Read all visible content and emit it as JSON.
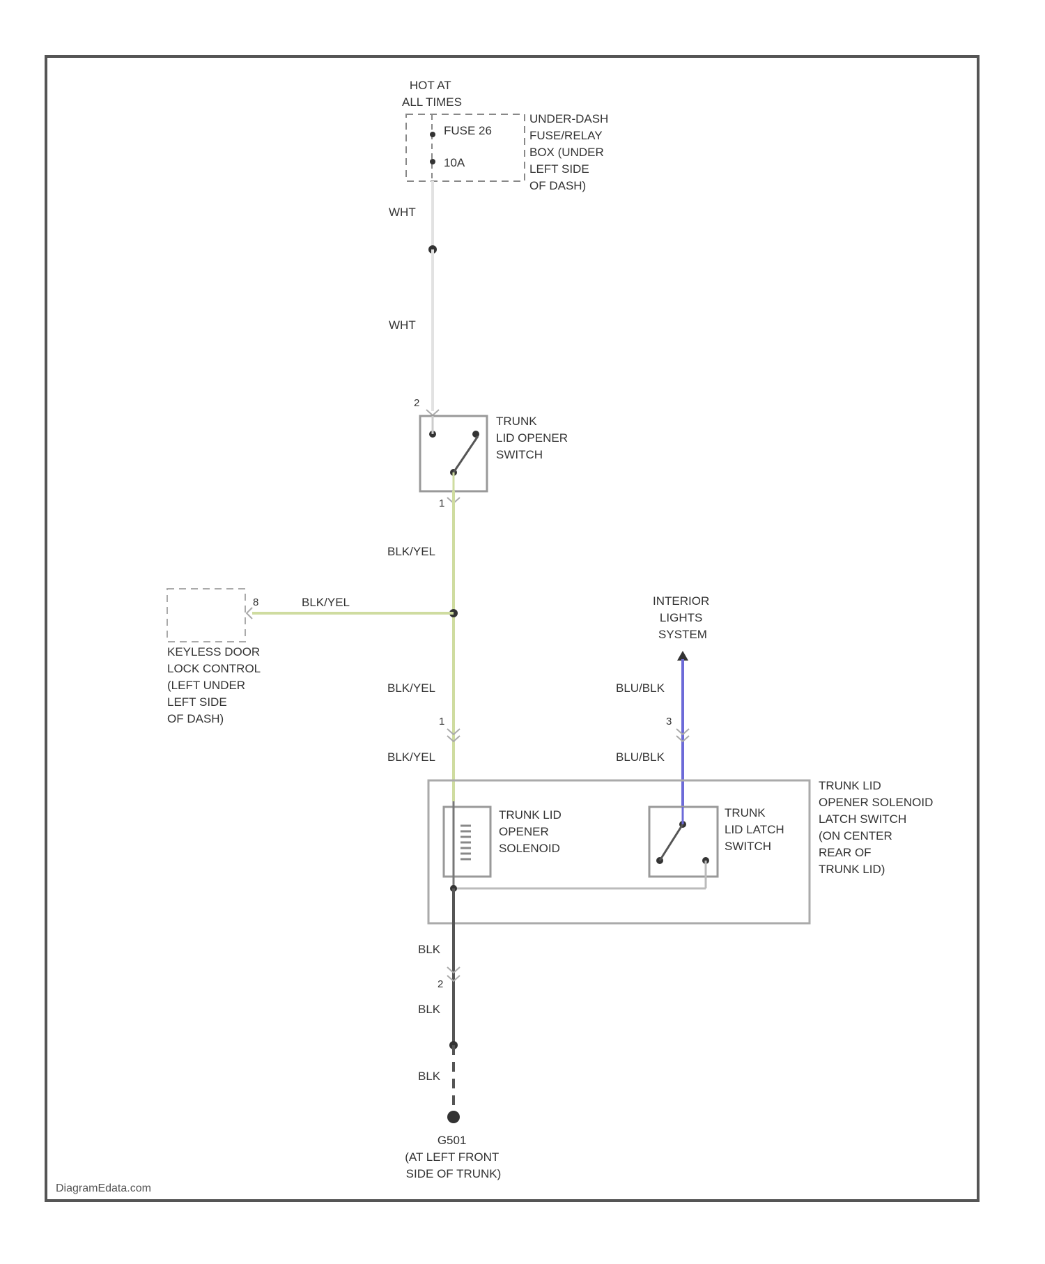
{
  "diagram": {
    "power_source": [
      "HOT AT",
      "ALL TIMES"
    ],
    "fuse": {
      "name": "FUSE 26",
      "rating": "10A"
    },
    "fuse_box_location": [
      "UNDER-DASH",
      "FUSE/RELAY",
      "BOX (UNDER",
      "LEFT SIDE",
      "OF DASH)"
    ],
    "trunk_lid_opener_switch": {
      "label": [
        "TRUNK",
        "LID OPENER",
        "SWITCH"
      ],
      "pin_top": "2",
      "pin_bottom": "1"
    },
    "keyless_door_lock_control": {
      "label": [
        "KEYLESS DOOR",
        "LOCK CONTROL",
        "(LEFT UNDER",
        "LEFT SIDE",
        "OF DASH)"
      ],
      "pin": "8"
    },
    "interior_lights_system": [
      "INTERIOR",
      "LIGHTS",
      "SYSTEM"
    ],
    "assembly_label": [
      "TRUNK LID",
      "OPENER SOLENOID",
      "LATCH SWITCH",
      "(ON CENTER",
      "REAR OF",
      "TRUNK LID)"
    ],
    "solenoid_label": [
      "TRUNK LID",
      "OPENER",
      "SOLENOID"
    ],
    "latch_switch_label": [
      "TRUNK",
      "LID LATCH",
      "SWITCH"
    ],
    "connector_pins": {
      "yel_pin": "1",
      "blu_pin": "3",
      "ground_pin": "2"
    },
    "ground": {
      "name": "G501",
      "location": [
        "(AT LEFT FRONT",
        "SIDE OF TRUNK)"
      ]
    },
    "wires": {
      "wht_top": "WHT",
      "wht_lower": "WHT",
      "blk_yel_1": "BLK/YEL",
      "blk_yel_branch": "BLK/YEL",
      "blk_yel_2": "BLK/YEL",
      "blk_yel_3": "BLK/YEL",
      "blu_blk_1": "BLU/BLK",
      "blu_blk_2": "BLU/BLK",
      "blk_1": "BLK",
      "blk_2": "BLK",
      "blk_3": "BLK"
    },
    "colors": {
      "wht": "#e2e2e2",
      "blk_yel": "#cfdca0",
      "blu_blk": "#6d6bd8",
      "blk": "#555555",
      "frame": "#555555"
    },
    "watermark": "DiagramEdata.com"
  }
}
